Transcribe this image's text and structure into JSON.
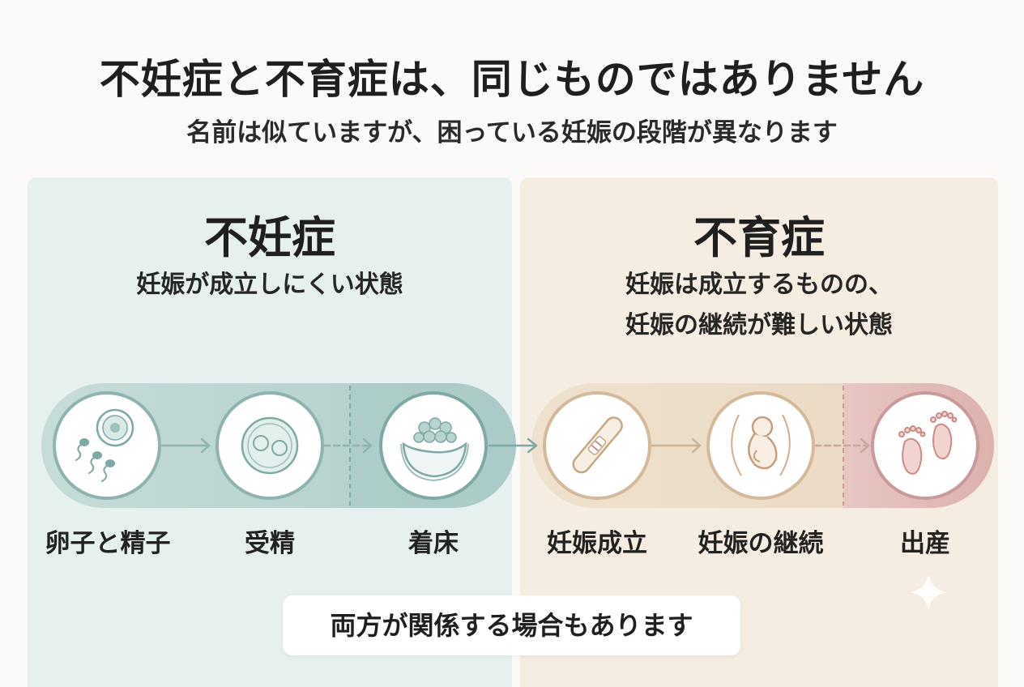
{
  "title": "不妊症と不育症は、同じものではありません",
  "subtitle": "名前は似ていますが、困っている妊娠の段階が異なります",
  "left_panel": {
    "heading": "不妊症",
    "description": "妊娠が成立しにくい状態"
  },
  "right_panel": {
    "heading": "不育症",
    "description_line1": "妊娠は成立するものの、",
    "description_line2": "妊娠の継続が難しい状態"
  },
  "stages": [
    {
      "label": "卵子と精子",
      "icon": "egg-and-sperm-icon"
    },
    {
      "label": "受精",
      "icon": "fertilized-egg-icon"
    },
    {
      "label": "着床",
      "icon": "implantation-icon"
    },
    {
      "label": "妊娠成立",
      "icon": "pregnancy-test-icon"
    },
    {
      "label": "妊娠の継続",
      "icon": "fetus-icon"
    },
    {
      "label": "出産",
      "icon": "baby-feet-icon"
    }
  ],
  "note": "両方が関係する場合もあります",
  "colors": {
    "left_panel_bg": "#e6f0ef",
    "right_panel_bg": "#f5ede1",
    "teal_accent": "#7fa9a5",
    "beige_accent": "#d2b89a",
    "rose_accent": "#c99a9a"
  }
}
